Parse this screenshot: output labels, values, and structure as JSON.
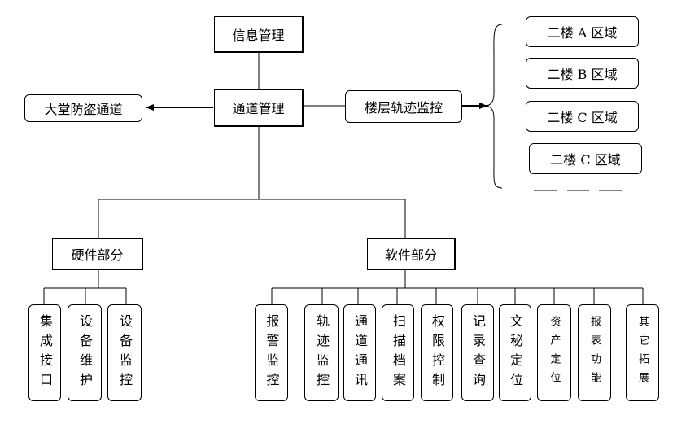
{
  "top": {
    "label": "信息管理"
  },
  "center": {
    "label": "通道管理"
  },
  "left_node": {
    "label": "大堂防盗通道"
  },
  "right_node": {
    "label": "楼层轨迹监控"
  },
  "areas": [
    "二楼 A 区域",
    "二楼 B 区域",
    "二楼 C 区域",
    "二楼 C 区域"
  ],
  "hardware": {
    "label": "硬件部分",
    "items": [
      "集成接口",
      "设备维护",
      "设备监控"
    ]
  },
  "software": {
    "label": "软件部分",
    "items": [
      "报警监控",
      "轨迹监控",
      "通道通讯",
      "扫描档案",
      "权限控制",
      "记录查询",
      "文秘定位",
      "资产定位",
      "报表功能",
      "其它拓展"
    ]
  }
}
